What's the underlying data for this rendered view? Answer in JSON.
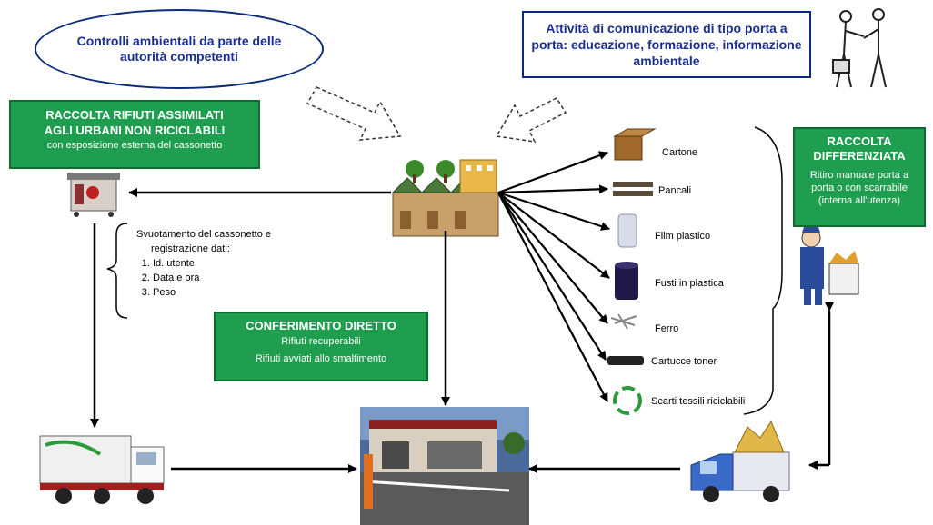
{
  "ellipse_text": "Controlli ambientali da parte delle autorità competenti",
  "comm_box_text": "Attività di comunicazione di tipo porta a porta: educazione, formazione, informazione ambientale",
  "green_left": {
    "title_line1": "RACCOLTA RIFIUTI ASSIMILATI",
    "title_line2": "AGLI URBANI NON RICICLABILI",
    "subtitle": "con esposizione esterna del cassonetto"
  },
  "steps": {
    "intro_line1": "Svuotamento del cassonetto e",
    "intro_line2": "registrazione dati:",
    "items": [
      "Id. utente",
      "Data e ora",
      "Peso"
    ]
  },
  "green_center": {
    "title": "CONFERIMENTO DIRETTO",
    "line1": "Rifiuti recuperabili",
    "line2": "Rifiuti avviati allo smaltimento"
  },
  "green_right": {
    "title_line1": "RACCOLTA",
    "title_line2": "DIFFERENZIATA",
    "sub_line1": "Ritiro manuale porta a",
    "sub_line2": "porta o con scarrabile",
    "sub_line3": "(interna all'utenza)"
  },
  "materials": [
    "Cartone",
    "Pancali",
    "Film plastico",
    "Fusti in plastica",
    "Ferro",
    "Cartucce toner",
    "Scarti tessili riciclabili"
  ],
  "icons": [
    "factory-icon",
    "dumpster-icon",
    "garbage-truck-icon",
    "collection-center-photo",
    "delivery-truck-icon",
    "worker-icon",
    "meeting-people-icon",
    "recycle-icon"
  ],
  "colors": {
    "green_box": "#1e9e4e",
    "blue_text": "#1a2f8f",
    "arrow": "#000000"
  }
}
